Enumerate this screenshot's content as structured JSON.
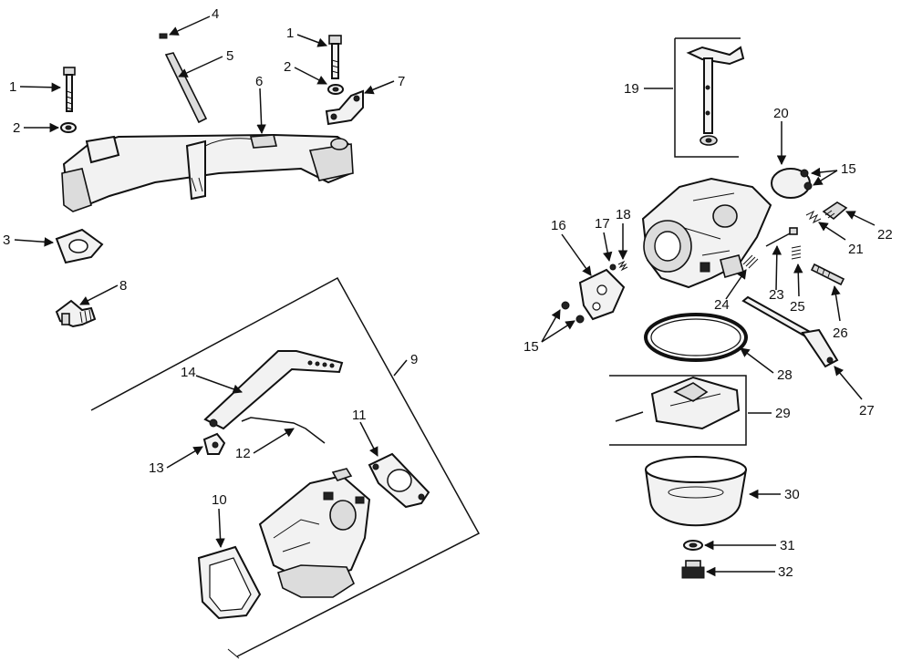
{
  "callouts": [
    {
      "id": "c1a",
      "text": "1"
    },
    {
      "id": "c1b",
      "text": "1"
    },
    {
      "id": "c2a",
      "text": "2"
    },
    {
      "id": "c2b",
      "text": "2"
    },
    {
      "id": "c3",
      "text": "3"
    },
    {
      "id": "c4",
      "text": "4"
    },
    {
      "id": "c5",
      "text": "5"
    },
    {
      "id": "c6",
      "text": "6"
    },
    {
      "id": "c7",
      "text": "7"
    },
    {
      "id": "c8",
      "text": "8"
    },
    {
      "id": "c9",
      "text": "9"
    },
    {
      "id": "c10",
      "text": "10"
    },
    {
      "id": "c11",
      "text": "11"
    },
    {
      "id": "c12",
      "text": "12"
    },
    {
      "id": "c13",
      "text": "13"
    },
    {
      "id": "c14",
      "text": "14"
    },
    {
      "id": "c15a",
      "text": "15"
    },
    {
      "id": "c15b",
      "text": "15"
    },
    {
      "id": "c16",
      "text": "16"
    },
    {
      "id": "c17",
      "text": "17"
    },
    {
      "id": "c18",
      "text": "18"
    },
    {
      "id": "c19",
      "text": "19"
    },
    {
      "id": "c20",
      "text": "20"
    },
    {
      "id": "c21",
      "text": "21"
    },
    {
      "id": "c22",
      "text": "22"
    },
    {
      "id": "c23",
      "text": "23"
    },
    {
      "id": "c24",
      "text": "24"
    },
    {
      "id": "c25",
      "text": "25"
    },
    {
      "id": "c26",
      "text": "26"
    },
    {
      "id": "c27",
      "text": "27"
    },
    {
      "id": "c28",
      "text": "28"
    },
    {
      "id": "c29",
      "text": "29"
    },
    {
      "id": "c30",
      "text": "30"
    },
    {
      "id": "c31",
      "text": "31"
    },
    {
      "id": "c32",
      "text": "32"
    }
  ]
}
